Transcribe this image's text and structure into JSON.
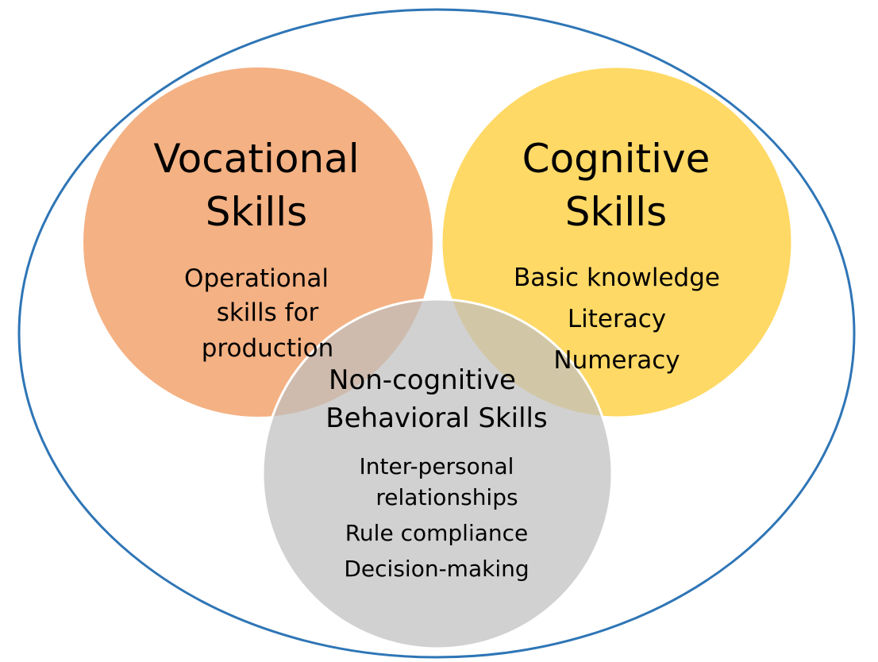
{
  "colors": {
    "outer_stroke": "#2e75b6",
    "vocational_fill": "#f4b183",
    "cognitive_fill": "#ffd966",
    "noncognitive_fill": "#bfbfbf",
    "outline": "#ffffff"
  },
  "vocational": {
    "title_lines": [
      "Vocational",
      "Skills"
    ],
    "items": [
      "Operational",
      "skills for",
      "production"
    ]
  },
  "cognitive": {
    "title_lines": [
      "Cognitive",
      "Skills"
    ],
    "items": [
      "Basic knowledge",
      "Literacy",
      "Numeracy"
    ]
  },
  "noncognitive": {
    "title_lines": [
      "Non-cognitive",
      "Behavioral Skills"
    ],
    "items": [
      "Inter-personal",
      "relationships",
      "Rule compliance",
      "Decision-making"
    ]
  }
}
